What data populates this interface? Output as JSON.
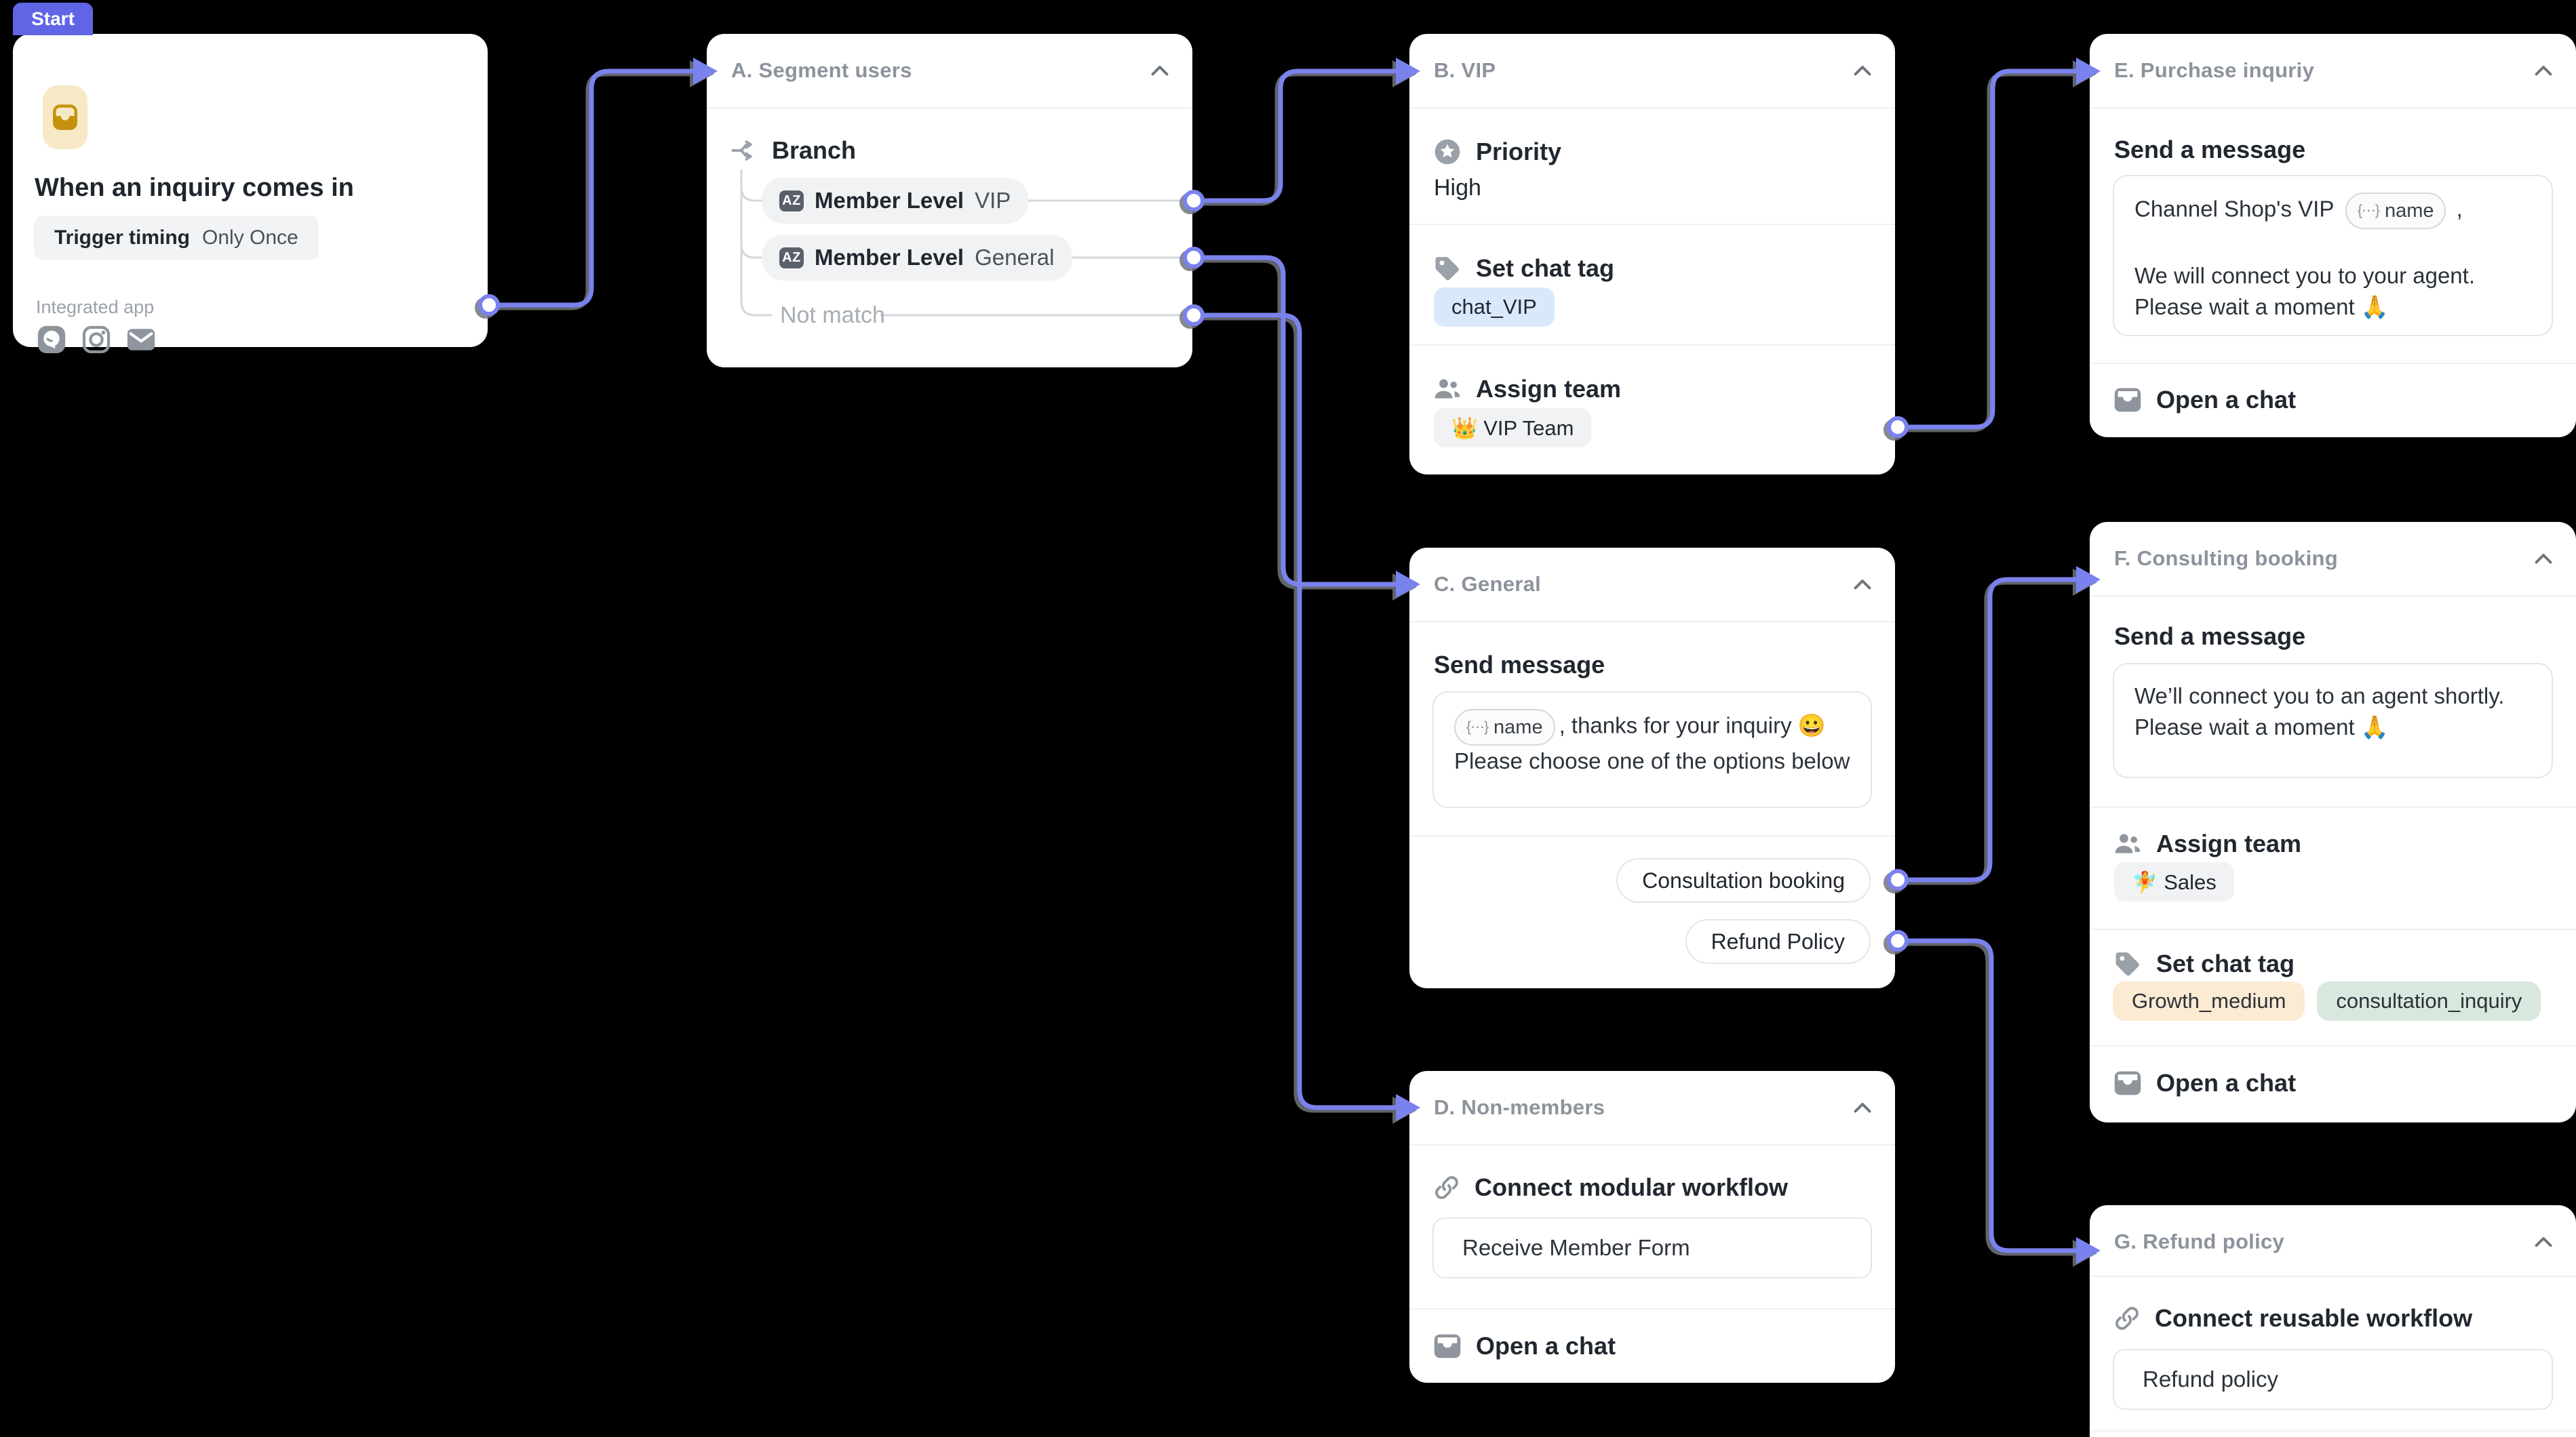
{
  "canvas": {
    "background": "#000000",
    "accent": "#7A82EE"
  },
  "start": {
    "badge": "Start",
    "title": "When an inquiry comes in",
    "trigger_label": "Trigger timing",
    "trigger_value": "Only Once",
    "integrated_label": "Integrated app",
    "app_icons": [
      "channel-messenger-icon",
      "instagram-icon",
      "email-icon"
    ]
  },
  "nodes": {
    "a": {
      "title": "A. Segment users",
      "branch_label": "Branch",
      "conditions": [
        {
          "field": "Member Level",
          "value": "VIP"
        },
        {
          "field": "Member Level",
          "value": "General"
        }
      ],
      "fallback": "Not match"
    },
    "b": {
      "title": "B. VIP",
      "priority_label": "Priority",
      "priority_value": "High",
      "tag_label": "Set chat tag",
      "tags": [
        {
          "text": "chat_VIP",
          "bg": "#D9E9FB"
        }
      ],
      "team_label": "Assign team",
      "team_value": "👑 VIP Team"
    },
    "c": {
      "title": "C. General",
      "message_label": "Send message",
      "chip": "name",
      "chip_icon": "{⋯}",
      "line1_after": ", thanks for your inquiry 😀",
      "line2": "Please choose one of the options below",
      "options": [
        "Consultation booking",
        "Refund Policy"
      ]
    },
    "d": {
      "title": "D. Non-members",
      "connect_label": "Connect modular workflow",
      "connect_value": "Receive Member Form",
      "chat_label": "Open a chat"
    },
    "e": {
      "title": "E. Purchase inquriy",
      "message_label": "Send a message",
      "line1_before": "Channel Shop's VIP",
      "chip": "name",
      "chip_icon": "{⋯}",
      "line1_after": ",",
      "line2": "We will connect you to your agent.",
      "line3": "Please wait a moment 🙏",
      "chat_label": "Open a chat"
    },
    "f": {
      "title": "F. Consulting booking",
      "message_label": "Send a message",
      "line1": "We’ll connect you to an agent shortly.",
      "line2": "Please wait a moment 🙏",
      "team_label": "Assign team",
      "team_value": "🧚 Sales",
      "tag_label": "Set chat tag",
      "tags": [
        {
          "text": "Growth_medium",
          "bg": "#FAEBD2"
        },
        {
          "text": "consultation_inquiry",
          "bg": "#D9E8DE"
        }
      ],
      "chat_label": "Open a chat"
    },
    "g": {
      "title": "G. Refund policy",
      "connect_label": "Connect reusable workflow",
      "connect_value": "Refund policy"
    }
  }
}
